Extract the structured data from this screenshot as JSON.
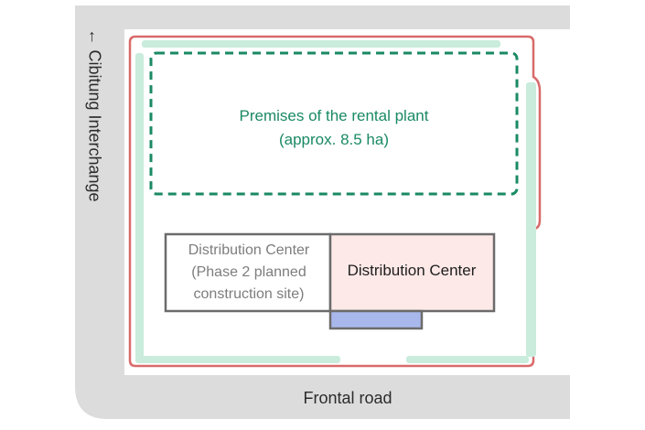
{
  "labels": {
    "interchange": "Cibitung Interchange",
    "interchange_arrow": "←",
    "premises_line1": "Premises of the rental plant",
    "premises_line2": "(approx. 8.5 ha)",
    "phase2_line1": "Distribution Center",
    "phase2_line2": "(Phase 2 planned",
    "phase2_line3": "construction site)",
    "distribution_center": "Distribution Center",
    "frontal_road": "Frontal road"
  },
  "colors": {
    "road": "#dcdcdc",
    "site_boundary": "#d96a6a",
    "green_buffer": "#c9ecdc",
    "premises_outline": "#1a8a63",
    "building_outline": "#6b6b6b",
    "distribution_center_fill": "#fde9e7",
    "loading_dock_fill": "#a9b8ec"
  }
}
